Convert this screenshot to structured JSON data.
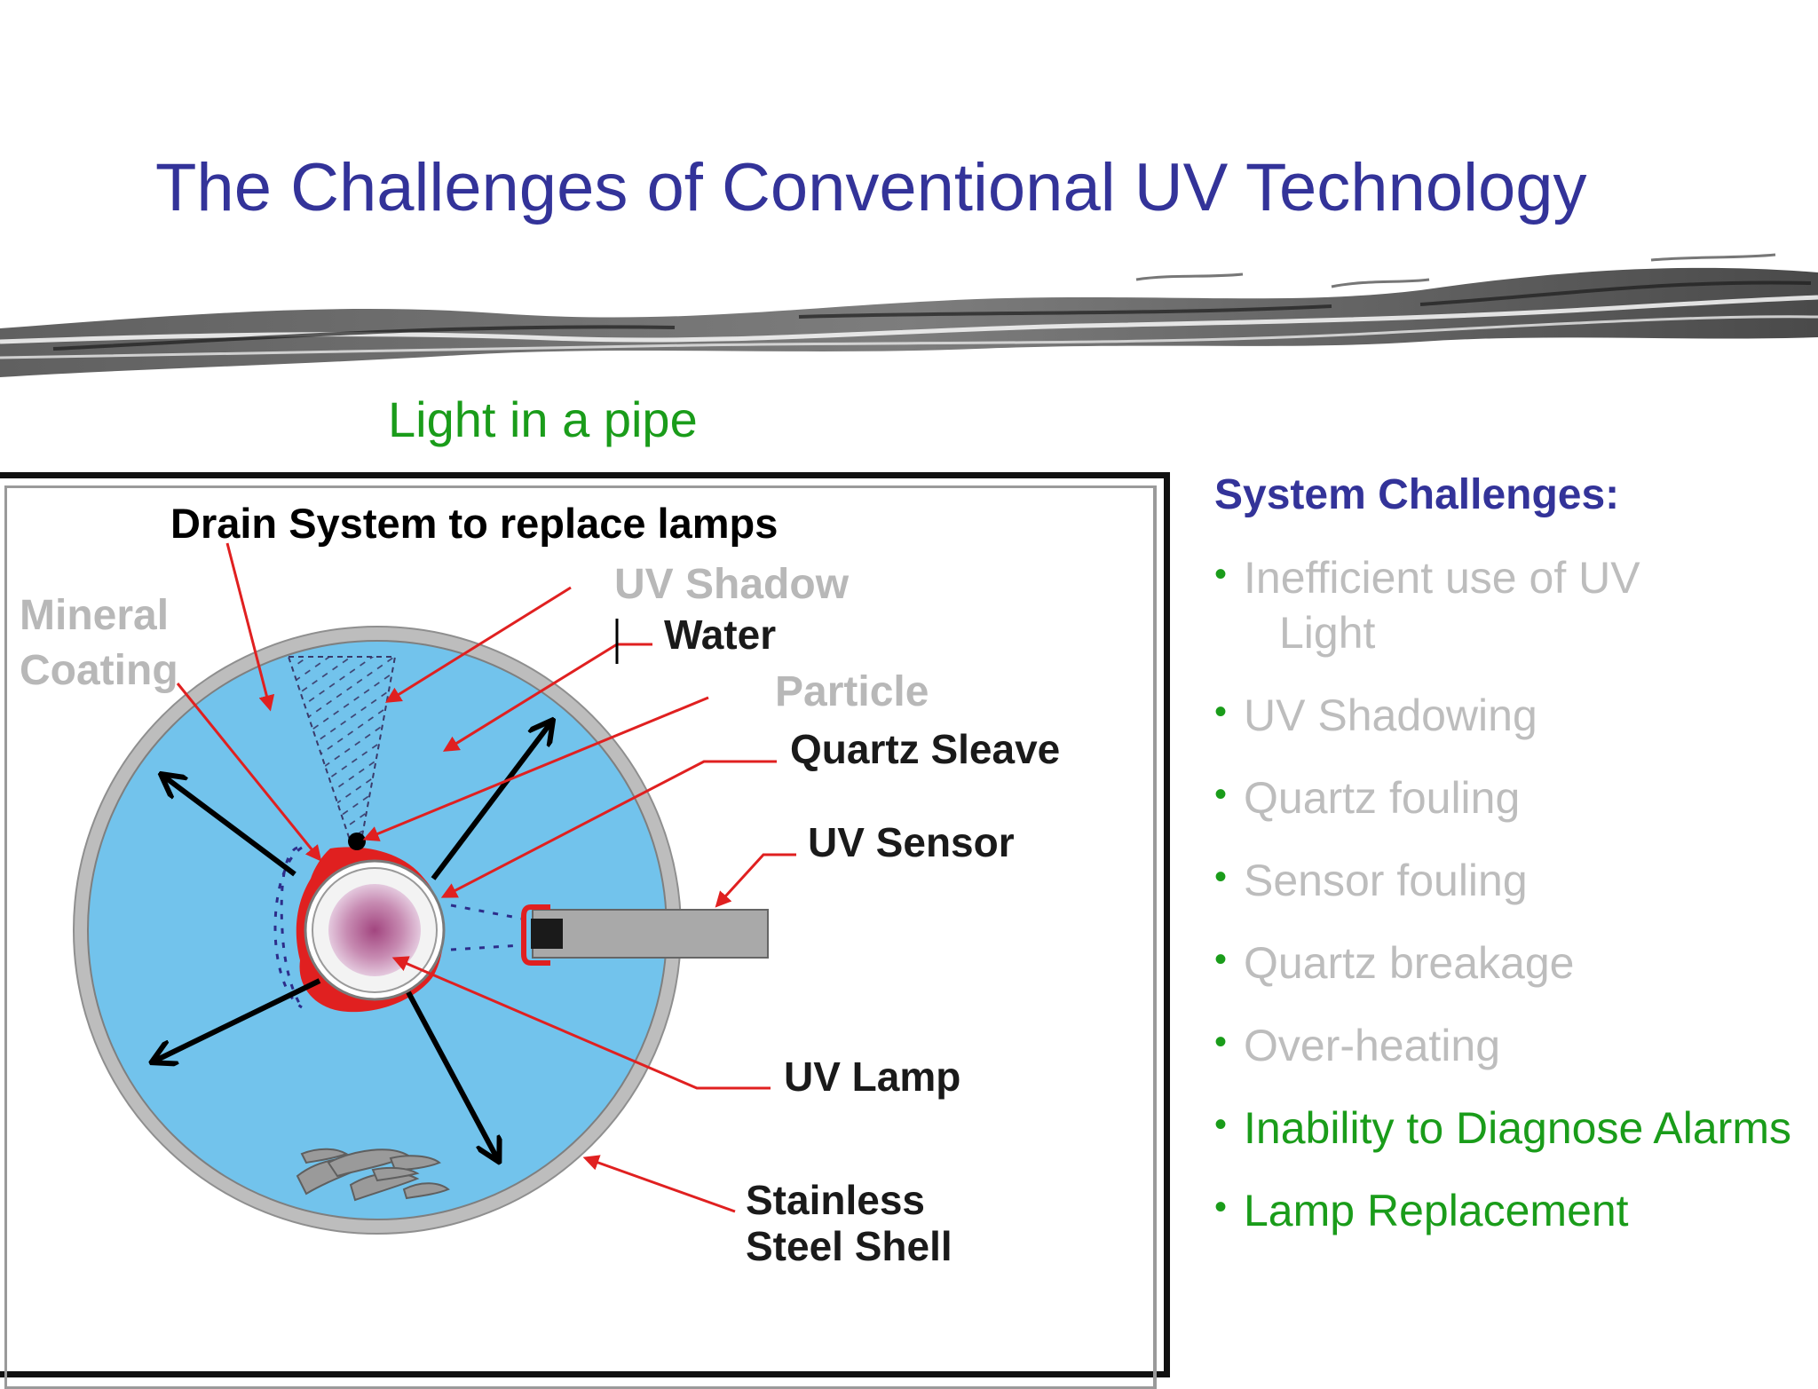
{
  "slide": {
    "title": "The Challenges of Conventional UV Technology",
    "subtitle": "Light in a pipe"
  },
  "diagram": {
    "labels": {
      "drain_system": "Drain System to replace lamps",
      "mineral_line1": "Mineral",
      "mineral_line2": "Coating",
      "uv_shadow": "UV Shadow",
      "water": "Water",
      "particle": "Particle",
      "quartz_sleave": "Quartz Sleave",
      "uv_sensor": "UV Sensor",
      "uv_lamp": "UV Lamp",
      "shell_line1": "Stainless",
      "shell_line2": "Steel Shell"
    },
    "colors": {
      "water": "#72c3ec",
      "shell": "#bdbdbd",
      "annotation_arrow": "#e02020",
      "lamp": "#a2457f",
      "sensor_housing": "#a9a9a9"
    }
  },
  "challenges": {
    "heading": "System Challenges:",
    "items": [
      {
        "line1": "Inefficient use of UV",
        "line2": "Light",
        "style": "grey"
      },
      {
        "line1": "UV Shadowing",
        "style": "grey"
      },
      {
        "line1": "Quartz fouling",
        "style": "grey"
      },
      {
        "line1": "Sensor fouling",
        "style": "grey"
      },
      {
        "line1": "Quartz breakage",
        "style": "grey"
      },
      {
        "line1": "Over-heating",
        "style": "grey"
      },
      {
        "line1": "Inability to Diagnose Alarms",
        "style": "green"
      },
      {
        "line1": "Lamp Replacement",
        "style": "green"
      }
    ],
    "colors": {
      "heading": "#333399",
      "muted": "#bdbdbd",
      "highlight": "#1a9c1a"
    }
  }
}
